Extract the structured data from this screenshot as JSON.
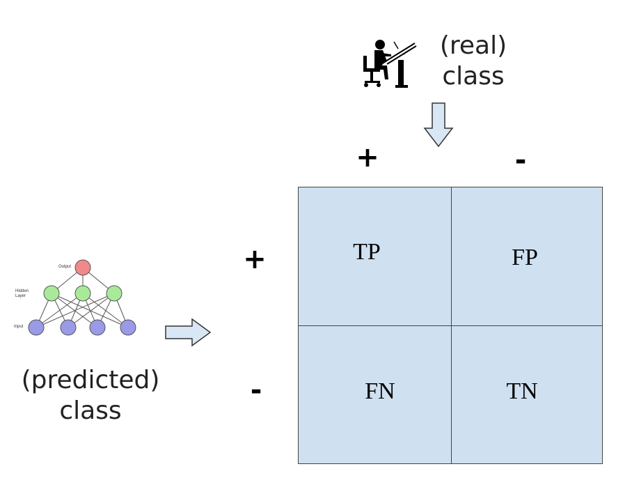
{
  "real_class": {
    "line1": "(real)",
    "line2": "class"
  },
  "predicted_class": {
    "line1": "(predicted)",
    "line2": "class"
  },
  "columns": {
    "positive": "+",
    "negative": "-"
  },
  "rows": {
    "positive": "+",
    "negative": "-"
  },
  "cells": {
    "tp": "TP",
    "fp": "FP",
    "fn": "FN",
    "tn": "TN"
  },
  "network": {
    "output_label": "Output",
    "hidden_label_1": "Hidden",
    "hidden_label_2": "Layer",
    "input_label": "Input"
  },
  "colors": {
    "matrix_fill": "#cfe0f1",
    "arrow_fill": "#d8e6f5",
    "output_node": "#f08a8a",
    "hidden_node": "#a8ea9a",
    "input_node": "#9a9ae8"
  }
}
